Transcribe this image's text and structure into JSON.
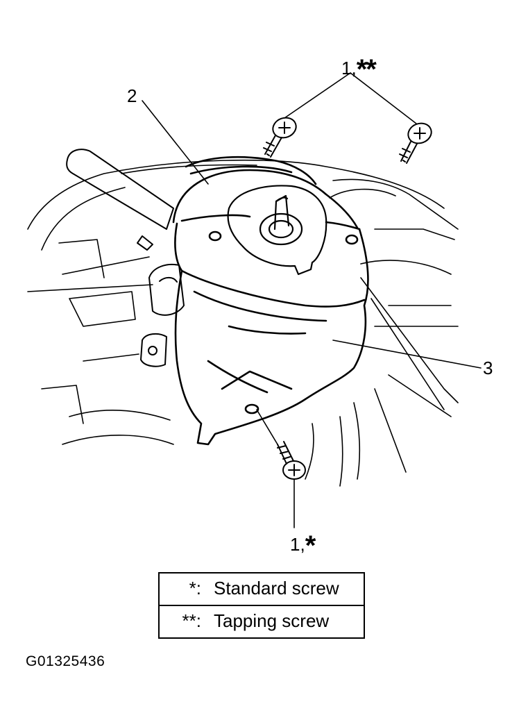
{
  "callouts": {
    "top": {
      "number": "1,",
      "marker": "**"
    },
    "cover_upper": "2",
    "cover_lower": "3",
    "bottom": {
      "number": "1,",
      "marker": "*"
    }
  },
  "legend": [
    {
      "symbol": "*:",
      "description": "Standard screw"
    },
    {
      "symbol": "**:",
      "description": "Tapping screw"
    }
  ],
  "figure_id": "G01325436",
  "colors": {
    "line": "#000000",
    "background": "#ffffff"
  }
}
